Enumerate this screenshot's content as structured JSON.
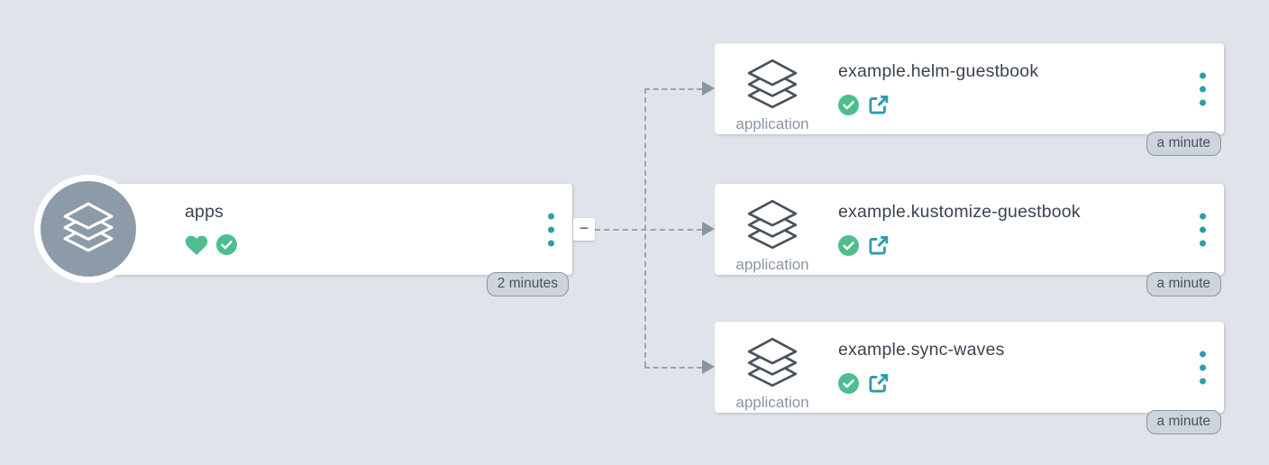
{
  "view": {
    "name": "application resource tree",
    "background_color": "#e0e4ea"
  },
  "root_node": {
    "kind_icon": "layers-icon",
    "title": "apps",
    "health_icon": "heart-icon",
    "sync_icon": "check-circle-icon",
    "menu_icon": "kebab-menu-icon",
    "age_badge": "2 minutes",
    "collapse_label": "−"
  },
  "children": [
    {
      "kind_label": "application",
      "kind_icon": "layers-icon",
      "title": "example.helm-guestbook",
      "sync_icon": "check-circle-icon",
      "link_icon": "external-link-icon",
      "menu_icon": "kebab-menu-icon",
      "age_badge": "a minute"
    },
    {
      "kind_label": "application",
      "kind_icon": "layers-icon",
      "title": "example.kustomize-guestbook",
      "sync_icon": "check-circle-icon",
      "link_icon": "external-link-icon",
      "menu_icon": "kebab-menu-icon",
      "age_badge": "a minute"
    },
    {
      "kind_label": "application",
      "kind_icon": "layers-icon",
      "title": "example.sync-waves",
      "sync_icon": "check-circle-icon",
      "link_icon": "external-link-icon",
      "menu_icon": "kebab-menu-icon",
      "age_badge": "a minute"
    }
  ],
  "colors": {
    "background": "#e0e4ea",
    "card": "#ffffff",
    "healthy_green": "#4ebe8f",
    "accent_teal": "#2d9cab",
    "title_text": "#3b4350",
    "muted_text": "#8a95a1",
    "connector_gray": "#9aa5b0",
    "arrow_gray": "#8a95a0",
    "badge_bg": "#cdd4dc",
    "badge_border": "#8a96a2",
    "avatar_bg": "#8d9ba9"
  }
}
